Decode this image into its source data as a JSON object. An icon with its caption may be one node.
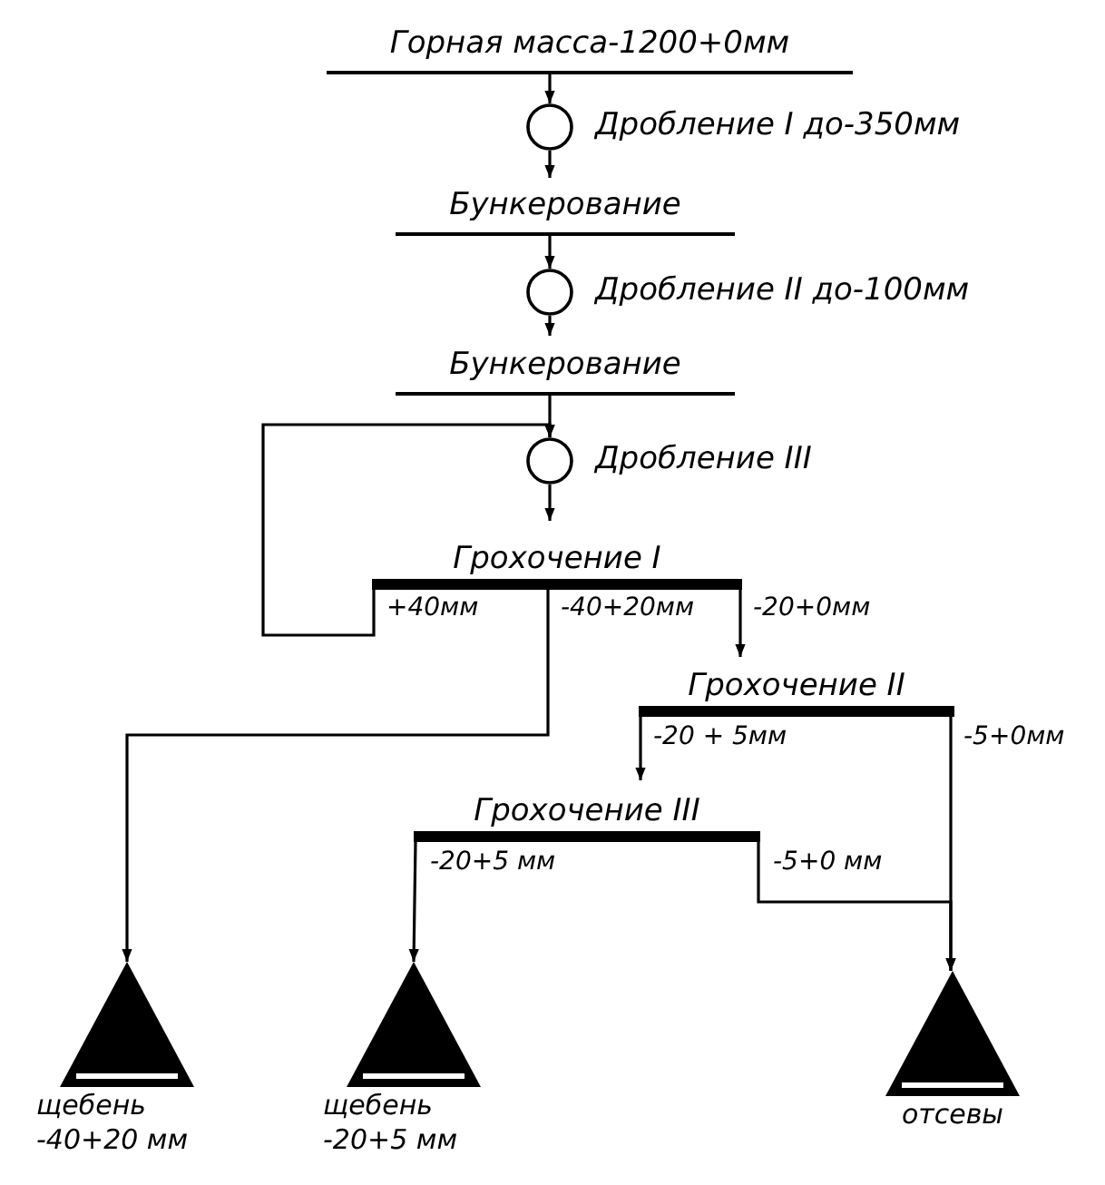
{
  "diagram": {
    "nodes": [
      {
        "text": [
          "Горная масса-1200+0мм"
        ]
      },
      {
        "text": [],
        "shape": "circle",
        "beside": [
          "Дробление I до-350мм"
        ]
      },
      {
        "text": [
          "Бункерование"
        ]
      },
      {
        "text": [],
        "shape": "circle",
        "beside": [
          "Дробление II до-100мм"
        ]
      },
      {
        "text": [
          "Бункерование"
        ]
      },
      {
        "text": [],
        "shape": "circle",
        "beside": [
          "Дробление III"
        ]
      },
      {
        "text": [
          "Грохочение I"
        ]
      },
      {
        "text": [
          "Грохочение II"
        ]
      },
      {
        "text": [
          "Грохочение III"
        ]
      },
      {
        "text": [
          "щебень -40+20 мм"
        ]
      },
      {
        "text": [
          "щебень -20+5 мм"
        ]
      },
      {
        "text": [
          "отсевы"
        ]
      }
    ],
    "edges": [
      {
        "from": 0,
        "to": 1,
        "arrow": "to"
      },
      {
        "from": 1,
        "to": 2,
        "arrow": "to"
      },
      {
        "from": 2,
        "to": 3,
        "arrow": "to"
      },
      {
        "from": 3,
        "to": 4,
        "arrow": "to"
      },
      {
        "from": 4,
        "to": 5,
        "arrow": "to"
      },
      {
        "from": 5,
        "to": 6,
        "arrow": "to"
      },
      {
        "from": 6,
        "to": 5,
        "arrow": "to",
        "label": "+40мм"
      },
      {
        "from": 6,
        "to": 9,
        "arrow": "to",
        "label": "-40+20мм"
      },
      {
        "from": 6,
        "to": 7,
        "arrow": "to",
        "label": "-20+0мм"
      },
      {
        "from": 7,
        "to": 8,
        "arrow": "to",
        "label": "-20 + 5мм"
      },
      {
        "from": 7,
        "to": 11,
        "arrow": "to",
        "label": "-5+0мм"
      },
      {
        "from": 8,
        "to": 10,
        "arrow": "to",
        "label": "-20+5 мм"
      },
      {
        "from": 8,
        "to": 11,
        "arrow": "to",
        "label": "-5+0 мм"
      }
    ]
  }
}
